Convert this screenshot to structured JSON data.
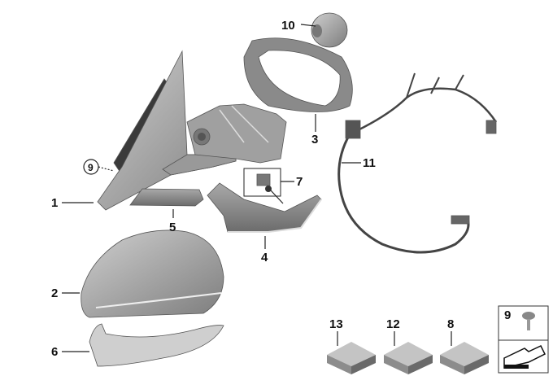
{
  "diagram": {
    "callouts": {
      "mirror_base": "1",
      "mirror_cap": "2",
      "mirror_frame": "3",
      "lower_trim": "4",
      "base_cover": "5",
      "turn_signal": "6",
      "camera_unit": "7",
      "screw_ref": "9",
      "motor": "10",
      "wiring_harness": "11",
      "kit_13": "13",
      "kit_12": "12",
      "kit_8": "8",
      "screw_box": "9"
    },
    "colors": {
      "part_light": "#b9b9b9",
      "part_mid": "#8f8f8f",
      "part_dark": "#5e5e5e",
      "line": "#222222"
    }
  }
}
